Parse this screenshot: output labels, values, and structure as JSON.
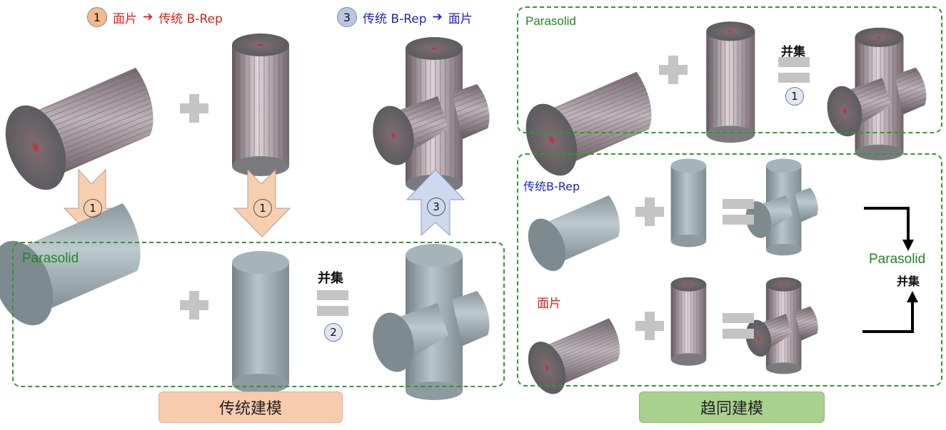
{
  "header": {
    "step1": {
      "number": "1",
      "from": "面片",
      "arrow": "➔",
      "to": "传统 B-Rep",
      "color": "#e0201c",
      "badge_color": "#f5b98c"
    },
    "step3": {
      "number": "3",
      "from": "传统 B-Rep",
      "arrow": "➔",
      "to": "面片",
      "color": "#1f25c8",
      "badge_color": "#b8c8e4"
    }
  },
  "left_panel": {
    "top_row": {
      "items": [
        "mesh-horizontal-cylinder",
        "plus",
        "mesh-vertical-cylinder"
      ],
      "result": "mesh-cross-union",
      "plus_symbol": "+"
    },
    "arrows": [
      {
        "direction": "down",
        "number": "1",
        "color": "#f8cfae"
      },
      {
        "direction": "down",
        "number": "1",
        "color": "#f8cfae"
      },
      {
        "direction": "up",
        "number": "3",
        "color": "#cdd9ef"
      }
    ],
    "parasolid_box": {
      "label": "Parasolid",
      "operation": "并集",
      "operation_number": "2",
      "items": [
        "brep-horizontal-cylinder",
        "plus",
        "brep-vertical-cylinder",
        "equals",
        "brep-cross-union"
      ]
    },
    "footer": {
      "label": "传统建模",
      "color": "#f8cbad"
    }
  },
  "right_panel": {
    "top_box": {
      "label": "Parasolid",
      "operation": "并集",
      "operation_number": "1",
      "items": [
        "mesh-horizontal-cylinder",
        "plus",
        "mesh-vertical-cylinder",
        "equals",
        "mesh-cross-union"
      ]
    },
    "bottom_box": {
      "row1_label": "传统B-Rep",
      "row1_color": "#1f25c8",
      "row2_label": "面片",
      "row2_color": "#e0201c",
      "side_label": "Parasolid",
      "side_operation": "并集"
    },
    "footer": {
      "label": "趋同建模",
      "color": "#a9d18e"
    }
  },
  "colors": {
    "accent_green": "#2e9a2e",
    "operator_gray": "#c4c4c4",
    "brep_gray": "#9aa7ab",
    "mesh_line": "#d0304a"
  }
}
